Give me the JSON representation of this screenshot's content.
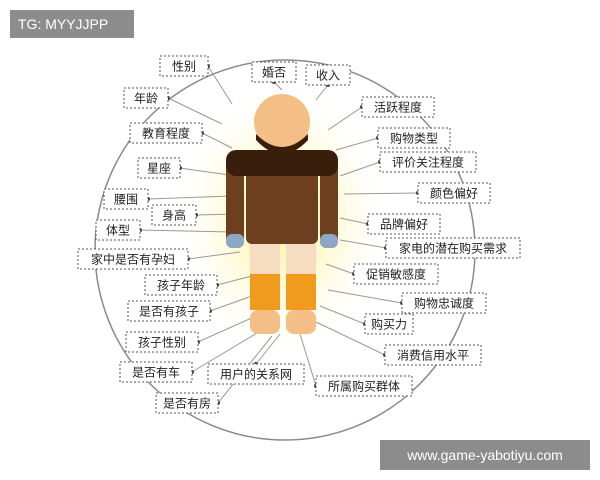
{
  "watermark_top": "TG: MYYJJPP",
  "watermark_bottom": "www.game-yabotiyu.com",
  "colors": {
    "head": "#f3bf86",
    "torso": "#6e3f1f",
    "torso_dark": "#3a1e0c",
    "legs_upper": "#f6dcc0",
    "legs_mid": "#f09a1e",
    "legs_lower": "#f3bf86",
    "glow": "#fff6a8",
    "label_border": "#555555",
    "line": "#999999",
    "dot": "#444444"
  },
  "figure_name": "person-figure",
  "labels": [
    {
      "key": "gender",
      "text": "性别"
    },
    {
      "key": "marital",
      "text": "婚否"
    },
    {
      "key": "income",
      "text": "收入"
    },
    {
      "key": "age",
      "text": "年龄"
    },
    {
      "key": "activity",
      "text": "活跃程度"
    },
    {
      "key": "education",
      "text": "教育程度"
    },
    {
      "key": "purchase-type",
      "text": "购物类型"
    },
    {
      "key": "review-attention",
      "text": "评价关注程度"
    },
    {
      "key": "constellation",
      "text": "星座"
    },
    {
      "key": "color-pref",
      "text": "颜色偏好"
    },
    {
      "key": "waist",
      "text": "腰围"
    },
    {
      "key": "height",
      "text": "身高"
    },
    {
      "key": "brand-pref",
      "text": "品牌偏好"
    },
    {
      "key": "body-type",
      "text": "体型"
    },
    {
      "key": "appliance-need",
      "text": "家电的潜在购买需求"
    },
    {
      "key": "pregnant",
      "text": "家中是否有孕妇"
    },
    {
      "key": "promo-sensitivity",
      "text": "促销敏感度"
    },
    {
      "key": "child-age",
      "text": "孩子年龄"
    },
    {
      "key": "loyalty",
      "text": "购物忠诚度"
    },
    {
      "key": "has-child",
      "text": "是否有孩子"
    },
    {
      "key": "purchasing-power",
      "text": "购买力"
    },
    {
      "key": "child-gender",
      "text": "孩子性别"
    },
    {
      "key": "credit",
      "text": "消费信用水平"
    },
    {
      "key": "has-car",
      "text": "是否有车"
    },
    {
      "key": "relations",
      "text": "用户的关系网"
    },
    {
      "key": "group",
      "text": "所属购买群体"
    },
    {
      "key": "has-house",
      "text": "是否有房"
    }
  ]
}
